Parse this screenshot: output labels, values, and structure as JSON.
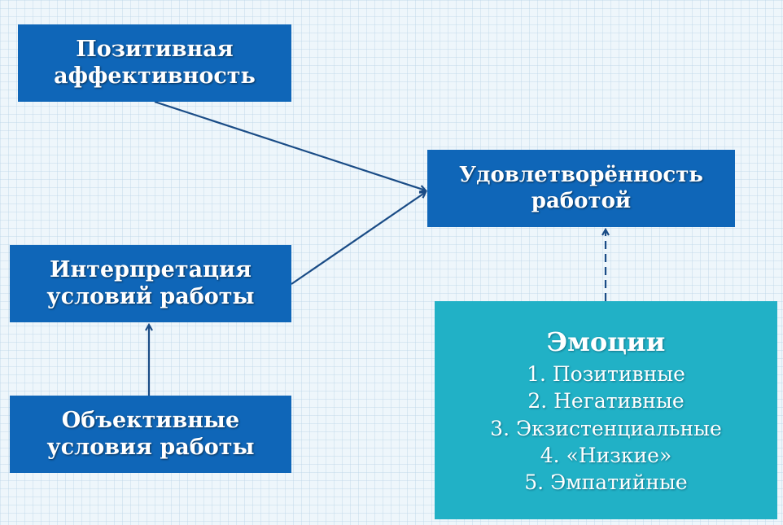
{
  "diagram": {
    "positive_affectivity": {
      "line1": "Позитивная",
      "line2": "аффективность"
    },
    "job_satisfaction": {
      "line1": "Удовлетворённость",
      "line2": "работой"
    },
    "interpretation": {
      "line1": "Интерпретация",
      "line2": "условий работы"
    },
    "objective_conditions": {
      "line1": "Объективные",
      "line2": "условия работы"
    },
    "emotions": {
      "title": "Эмоции",
      "items": [
        "1. Позитивные",
        "2. Негативные",
        "3. Экзистенциальные",
        "4. «Низкие»",
        "5. Эмпатийные"
      ]
    },
    "colors": {
      "dark_box": "#0f66b8",
      "light_box": "#21b1c6",
      "arrow": "#1a4c86"
    }
  }
}
